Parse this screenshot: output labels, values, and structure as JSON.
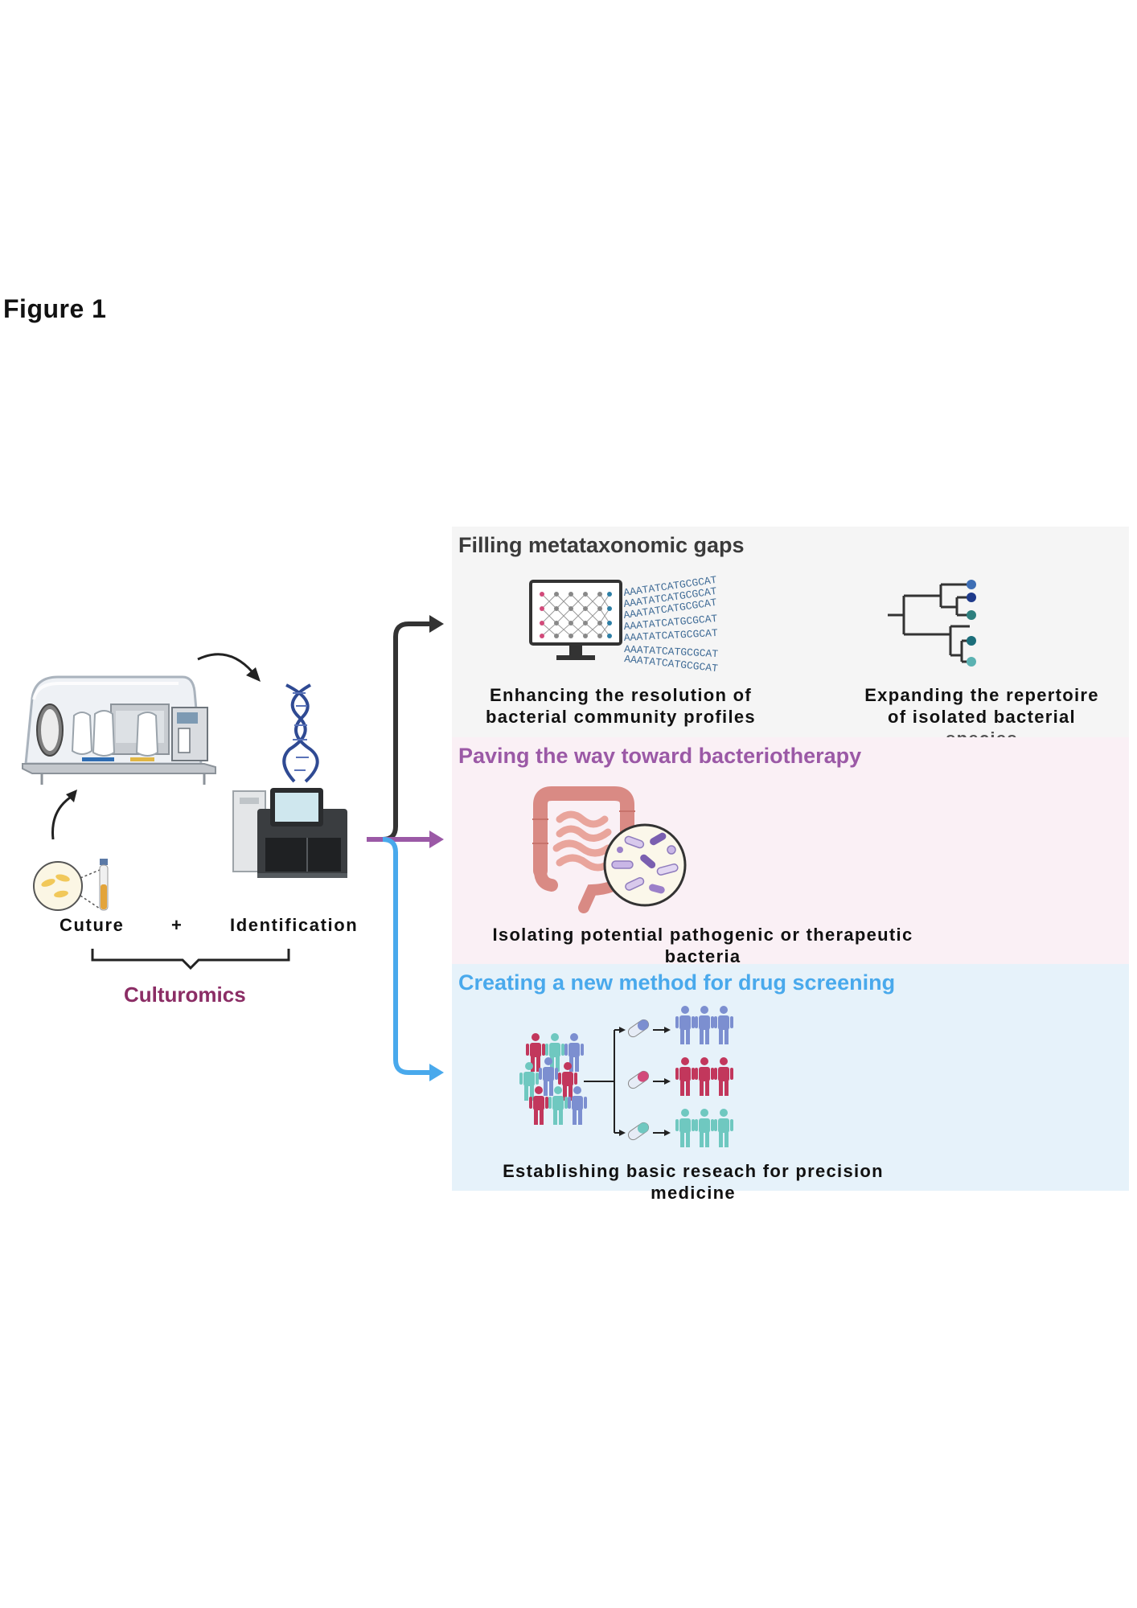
{
  "figure_title": "Figure 1",
  "workflow": {
    "culture_label": "Cuture",
    "plus_label": "+",
    "identification_label": "Identification",
    "group_label": "Culturomics"
  },
  "panels": {
    "gaps": {
      "title": "Filling  metataxonomic gaps",
      "dna_sequence": "AAATATCATGCGCAT",
      "left_caption_line1": "Enhancing the resolution of",
      "left_caption_line2": "bacterial community profiles",
      "right_caption_line1": "Expanding the repertoire",
      "right_caption_line2": "of isolated bacterial",
      "right_caption_line3": "species"
    },
    "bacteriotherapy": {
      "title": "Paving the way toward bacteriotherapy",
      "caption_line1": "Isolating potential pathogenic or therapeutic",
      "caption_line2": "bacteria"
    },
    "drug": {
      "title": "Creating a new method for drug screening",
      "caption_line1": "Establishing basic reseach for precision",
      "caption_line2": "medicine"
    }
  },
  "colors": {
    "gaps_title": "#3a3a3a",
    "bacteriotherapy_title": "#9b59a6",
    "drug_title": "#49a9ec",
    "culturomics": "#8b2d65",
    "person_blue": "#7c8fd0",
    "person_red": "#c2375c",
    "person_teal": "#6fc8c0"
  }
}
